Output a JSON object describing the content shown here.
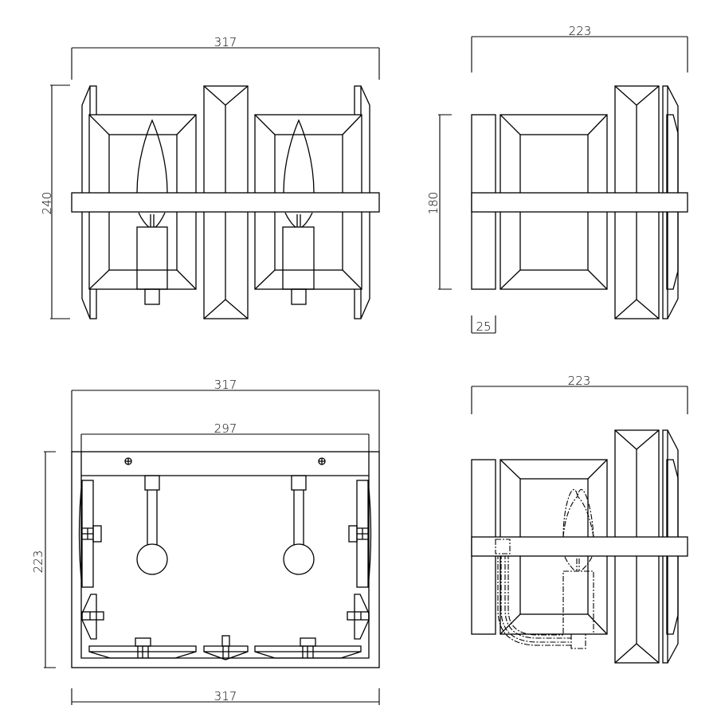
{
  "drawing": {
    "front_view": {
      "width_label": "317",
      "height_label": "240"
    },
    "side_view": {
      "depth_label": "223",
      "height_label": "180",
      "backplate_label": "25"
    },
    "top_view": {
      "width_label": "317",
      "plate_width_label": "297",
      "depth_label": "223",
      "bottom_width_label": "317"
    },
    "side_view_2": {
      "depth_label": "223"
    }
  }
}
